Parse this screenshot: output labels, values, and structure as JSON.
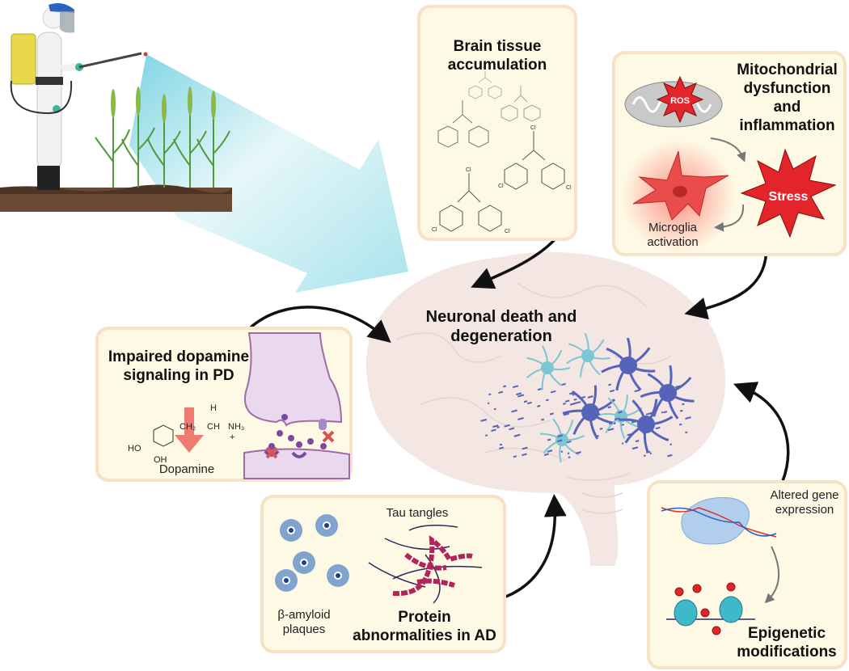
{
  "figure": {
    "central_title": "Neuronal death and degeneration",
    "exposure_scene": {
      "subject": "pesticide-sprayer",
      "crop": "wheat"
    },
    "panels": {
      "brain_tissue": {
        "title": "Brain tissue accumulation",
        "chem_label": "Cl"
      },
      "mitochondrial": {
        "title": "Mitochondrial dysfunction and inflammation",
        "ros_label": "ROS",
        "stress_label": "Stress",
        "microglia_label": "Microglia activation"
      },
      "dopamine": {
        "title": "Impaired dopamine signaling in PD",
        "molecule_label": "Dopamine",
        "chem_h": "H",
        "chem_ch2": "CH₂",
        "chem_ch": "CH",
        "chem_nh3": "NH₃",
        "chem_plus": "+",
        "chem_ho": "HO",
        "chem_oh": "OH"
      },
      "protein": {
        "title": "Protein abnormalities in AD",
        "plaques_label": "β-amyloid plaques",
        "tangles_label": "Tau tangles"
      },
      "epigenetic": {
        "title": "Epigenetic modifications",
        "gene_label": "Altered gene expression"
      }
    },
    "colors": {
      "panel_fill": "#fdf9e4",
      "panel_border": "#f6e2c4",
      "spray": "#7fd6e3",
      "brain": "#f3e6e3",
      "neuron_dark": "#5563b8",
      "neuron_light": "#7cc6d2",
      "stress_red": "#e3242b",
      "dopamine_arrow": "#ee7a72",
      "synapse": "#ead9ee",
      "tau": "#b3245a",
      "plaque": "#2f6bc0",
      "arrow": "#111111"
    }
  }
}
